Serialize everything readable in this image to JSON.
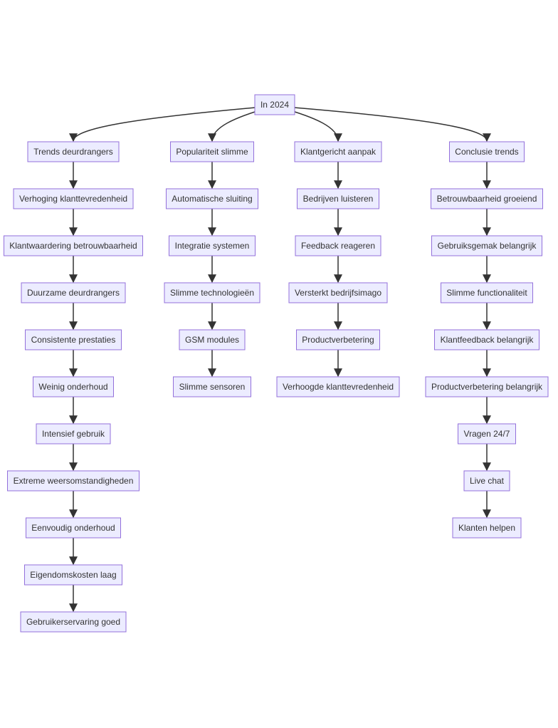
{
  "diagram": {
    "root": "In 2024",
    "columns": [
      {
        "id": "trends",
        "nodes": [
          "Trends deurdrangers",
          "Verhoging klanttevredenheid",
          "Klantwaardering betrouwbaarheid",
          "Duurzame deurdrangers",
          "Consistente prestaties",
          "Weinig onderhoud",
          "Intensief gebruik",
          "Extreme weersomstandigheden",
          "Eenvoudig onderhoud",
          "Eigendomskosten laag",
          "Gebruikerservaring goed"
        ]
      },
      {
        "id": "slimme",
        "nodes": [
          "Populariteit slimme",
          "Automatische sluiting",
          "Integratie systemen",
          "Slimme technologieën",
          "GSM modules",
          "Slimme sensoren"
        ]
      },
      {
        "id": "klant",
        "nodes": [
          "Klantgericht aanpak",
          "Bedrijven luisteren",
          "Feedback reageren",
          "Versterkt bedrijfsimago",
          "Productverbetering",
          "Verhoogde klanttevredenheid"
        ]
      },
      {
        "id": "conclusie",
        "nodes": [
          "Conclusie trends",
          "Betrouwbaarheid groeiend",
          "Gebruiksgemak belangrijk",
          "Slimme functionaliteit",
          "Klantfeedback belangrijk",
          "Productverbetering belangrijk",
          "Vragen 24/7",
          "Live chat",
          "Klanten helpen"
        ]
      }
    ],
    "colors": {
      "node_fill": "#ECECFF",
      "node_stroke": "#9370DB",
      "edge": "#333333",
      "text": "#333333"
    }
  }
}
